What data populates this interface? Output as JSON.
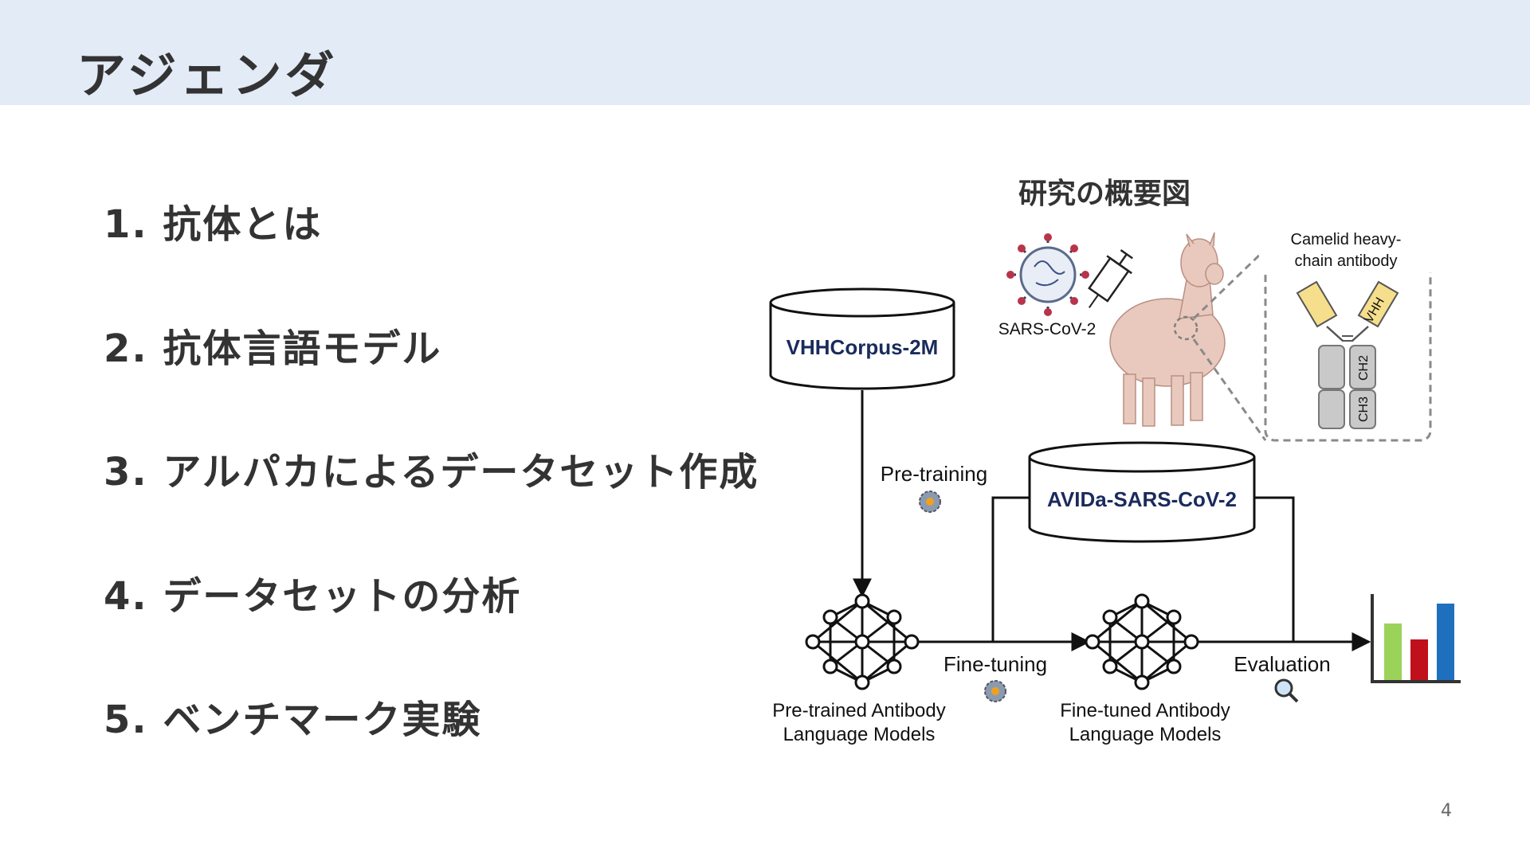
{
  "slide": {
    "title": "アジェンダ",
    "page_number": "4"
  },
  "agenda": [
    "1. 抗体とは",
    "2. 抗体言語モデル",
    "3. アルパカによるデータセット作成",
    "4. データセットの分析",
    "5. ベンチマーク実験"
  ],
  "figure": {
    "title": "研究の概要図",
    "virus_label": "SARS-CoV-2",
    "antibody_label_line1": "Camelid heavy-",
    "antibody_label_line2": "chain antibody",
    "domain_vhh": "VHH",
    "domain_ch2": "CH2",
    "domain_ch3": "CH3",
    "db_corpus": "VHHCorpus-2M",
    "db_avida": "AVIDa-SARS-CoV-2",
    "step_pretraining": "Pre-training",
    "step_finetuning": "Fine-tuning",
    "step_evaluation": "Evaluation",
    "model_pretrained_line1": "Pre-trained Antibody",
    "model_pretrained_line2": "Language Models",
    "model_finetuned_line1": "Fine-tuned Antibody",
    "model_finetuned_line2": "Language Models",
    "bar_colors": [
      "#9bd35a",
      "#c0101c",
      "#1f6fbf"
    ],
    "db_text_color": "#1a2b5c"
  }
}
